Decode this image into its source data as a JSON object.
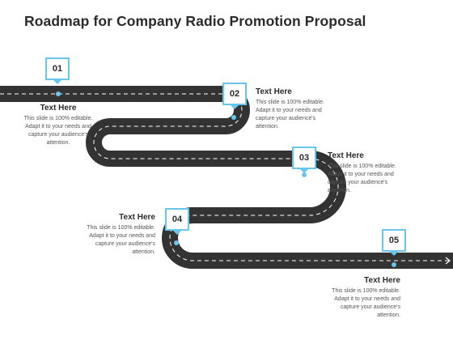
{
  "title": "Roadmap for Company Radio Promotion Proposal",
  "colors": {
    "road": "#333333",
    "accent": "#67c6ea",
    "dash": "#ffffff"
  },
  "milestones": [
    {
      "number": "01",
      "heading": "Text Here",
      "body": "This slide is 100% editable. Adapt it to your needs and capture your audience's attention."
    },
    {
      "number": "02",
      "heading": "Text Here",
      "body": "This slide is 100% editable. Adapt it to your needs and capture your audience's attention."
    },
    {
      "number": "03",
      "heading": "Text Here",
      "body": "This slide is 100% editable. Adapt it to your needs and capture your audience's attention."
    },
    {
      "number": "04",
      "heading": "Text Here",
      "body": "This slide is 100% editable. Adapt it to your needs and capture your audience's attention."
    },
    {
      "number": "05",
      "heading": "Text Here",
      "body": "This slide is 100% editable. Adapt it to your needs and capture your audience's attention."
    }
  ]
}
